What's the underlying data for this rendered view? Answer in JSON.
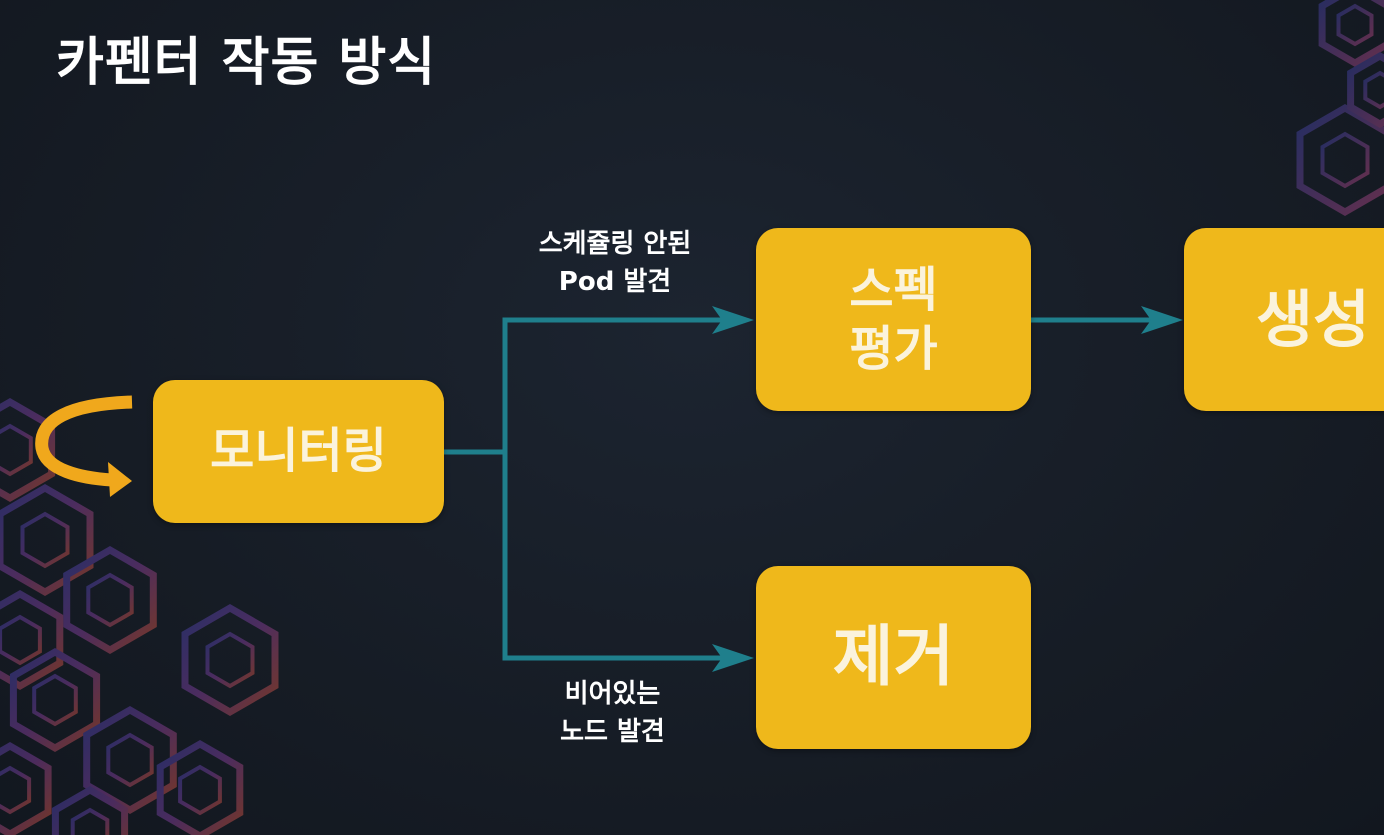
{
  "title": "카펜터 작동 방식",
  "nodes": {
    "monitor": "모니터링",
    "spec_line1": "스펙",
    "spec_line2": "평가",
    "create": "생성",
    "remove": "제거"
  },
  "edge_labels": {
    "top_line1": "스케쥴링 안된",
    "top_line2": "Pod 발견",
    "bottom_line1": "비어있는",
    "bottom_line2": "노드 발견"
  },
  "colors": {
    "background": "#161c25",
    "box_fill": "#efb81b",
    "box_text": "#fbf3dc",
    "connector": "#1f7f8c",
    "loop_arrow": "#f0a81c"
  }
}
